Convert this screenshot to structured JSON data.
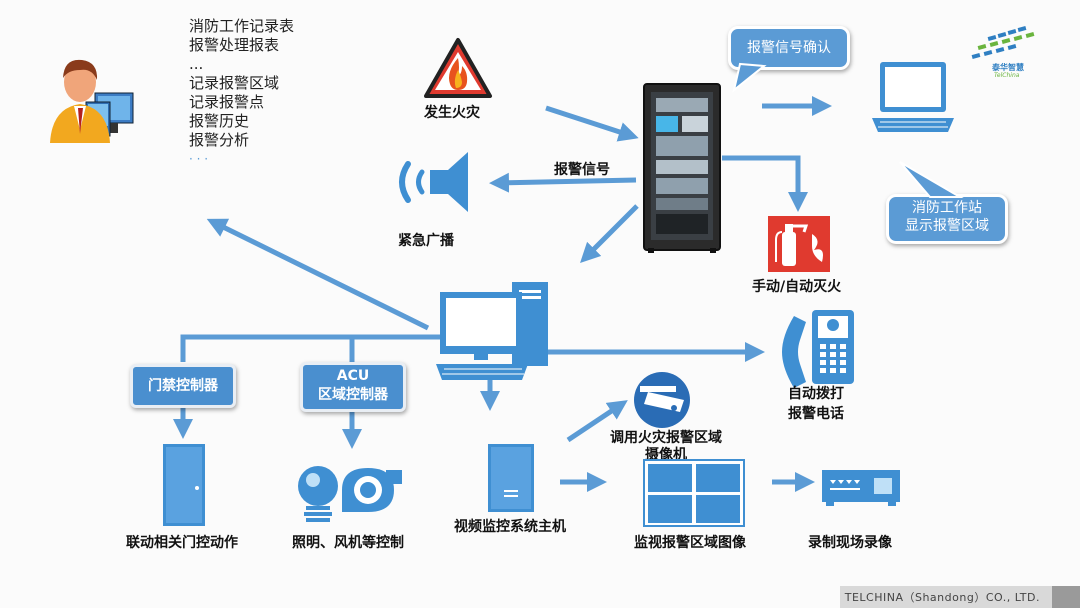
{
  "left_list": [
    "消防工作记录表",
    "报警处理报表",
    "...",
    "记录报警区域",
    "记录报警点",
    "报警历史",
    "报警分析",
    "· · ·"
  ],
  "labels": {
    "fire": "发生火灾",
    "alarm_signal": "报警信号",
    "broadcast": "紧急广播",
    "extinguish": "手动/自动灭火",
    "auto_dial_1": "自动拨打",
    "auto_dial_2": "报警电话",
    "camera_1": "调用火灾报警区域",
    "camera_2": "摄像机",
    "door_action": "联动相关门控动作",
    "lighting": "照明、风机等控制",
    "video_host": "视频监控系统主机",
    "monitor": "监视报警区域图像",
    "record": "录制现场录像"
  },
  "boxes": {
    "door_ctrl": "门禁控制器",
    "acu_1": "ACU",
    "acu_2": "区域控制器"
  },
  "bubbles": {
    "confirm": "报警信号确认",
    "workstation_1": "消防工作站",
    "workstation_2": "显示报警区域"
  },
  "logo": {
    "cn": "泰华智慧",
    "en": "TelChina"
  },
  "footer": "TELCHINA（Shandong）CO., LTD.",
  "colors": {
    "accent": "#5b9bd5",
    "arrow": "#5b9bd5",
    "fire_red": "#e03a2f"
  }
}
